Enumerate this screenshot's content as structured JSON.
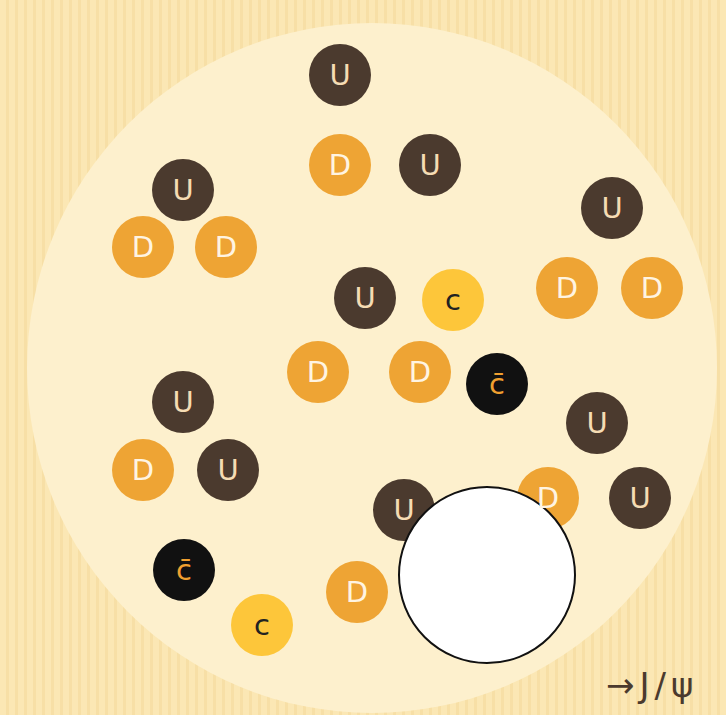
{
  "diagram": {
    "nodes": [
      {
        "text": [
          "U"
        ]
      },
      {
        "text": [
          "D"
        ]
      },
      {
        "text": [
          "U"
        ]
      },
      {
        "text": [
          "U"
        ]
      },
      {
        "text": [
          "U"
        ]
      },
      {
        "text": [
          "D"
        ]
      },
      {
        "text": [
          "D"
        ]
      },
      {
        "text": [
          "D"
        ]
      },
      {
        "text": [
          "D"
        ]
      },
      {
        "text": [
          "U"
        ]
      },
      {
        "text": [
          "c"
        ]
      },
      {
        "text": [
          "D"
        ]
      },
      {
        "text": [
          "D"
        ]
      },
      {
        "text": [
          "c̄"
        ]
      },
      {
        "text": [
          "U"
        ]
      },
      {
        "text": [
          "U"
        ]
      },
      {
        "text": [
          "D"
        ]
      },
      {
        "text": [
          "U"
        ]
      },
      {
        "text": [
          "D"
        ]
      },
      {
        "text": [
          "U"
        ]
      },
      {
        "text": [
          "U"
        ]
      },
      {
        "text": [
          "c̄"
        ]
      },
      {
        "text": [
          "D"
        ]
      },
      {
        "text": [
          "c"
        ]
      }
    ],
    "labels": [
      "→J/ψ"
    ]
  }
}
